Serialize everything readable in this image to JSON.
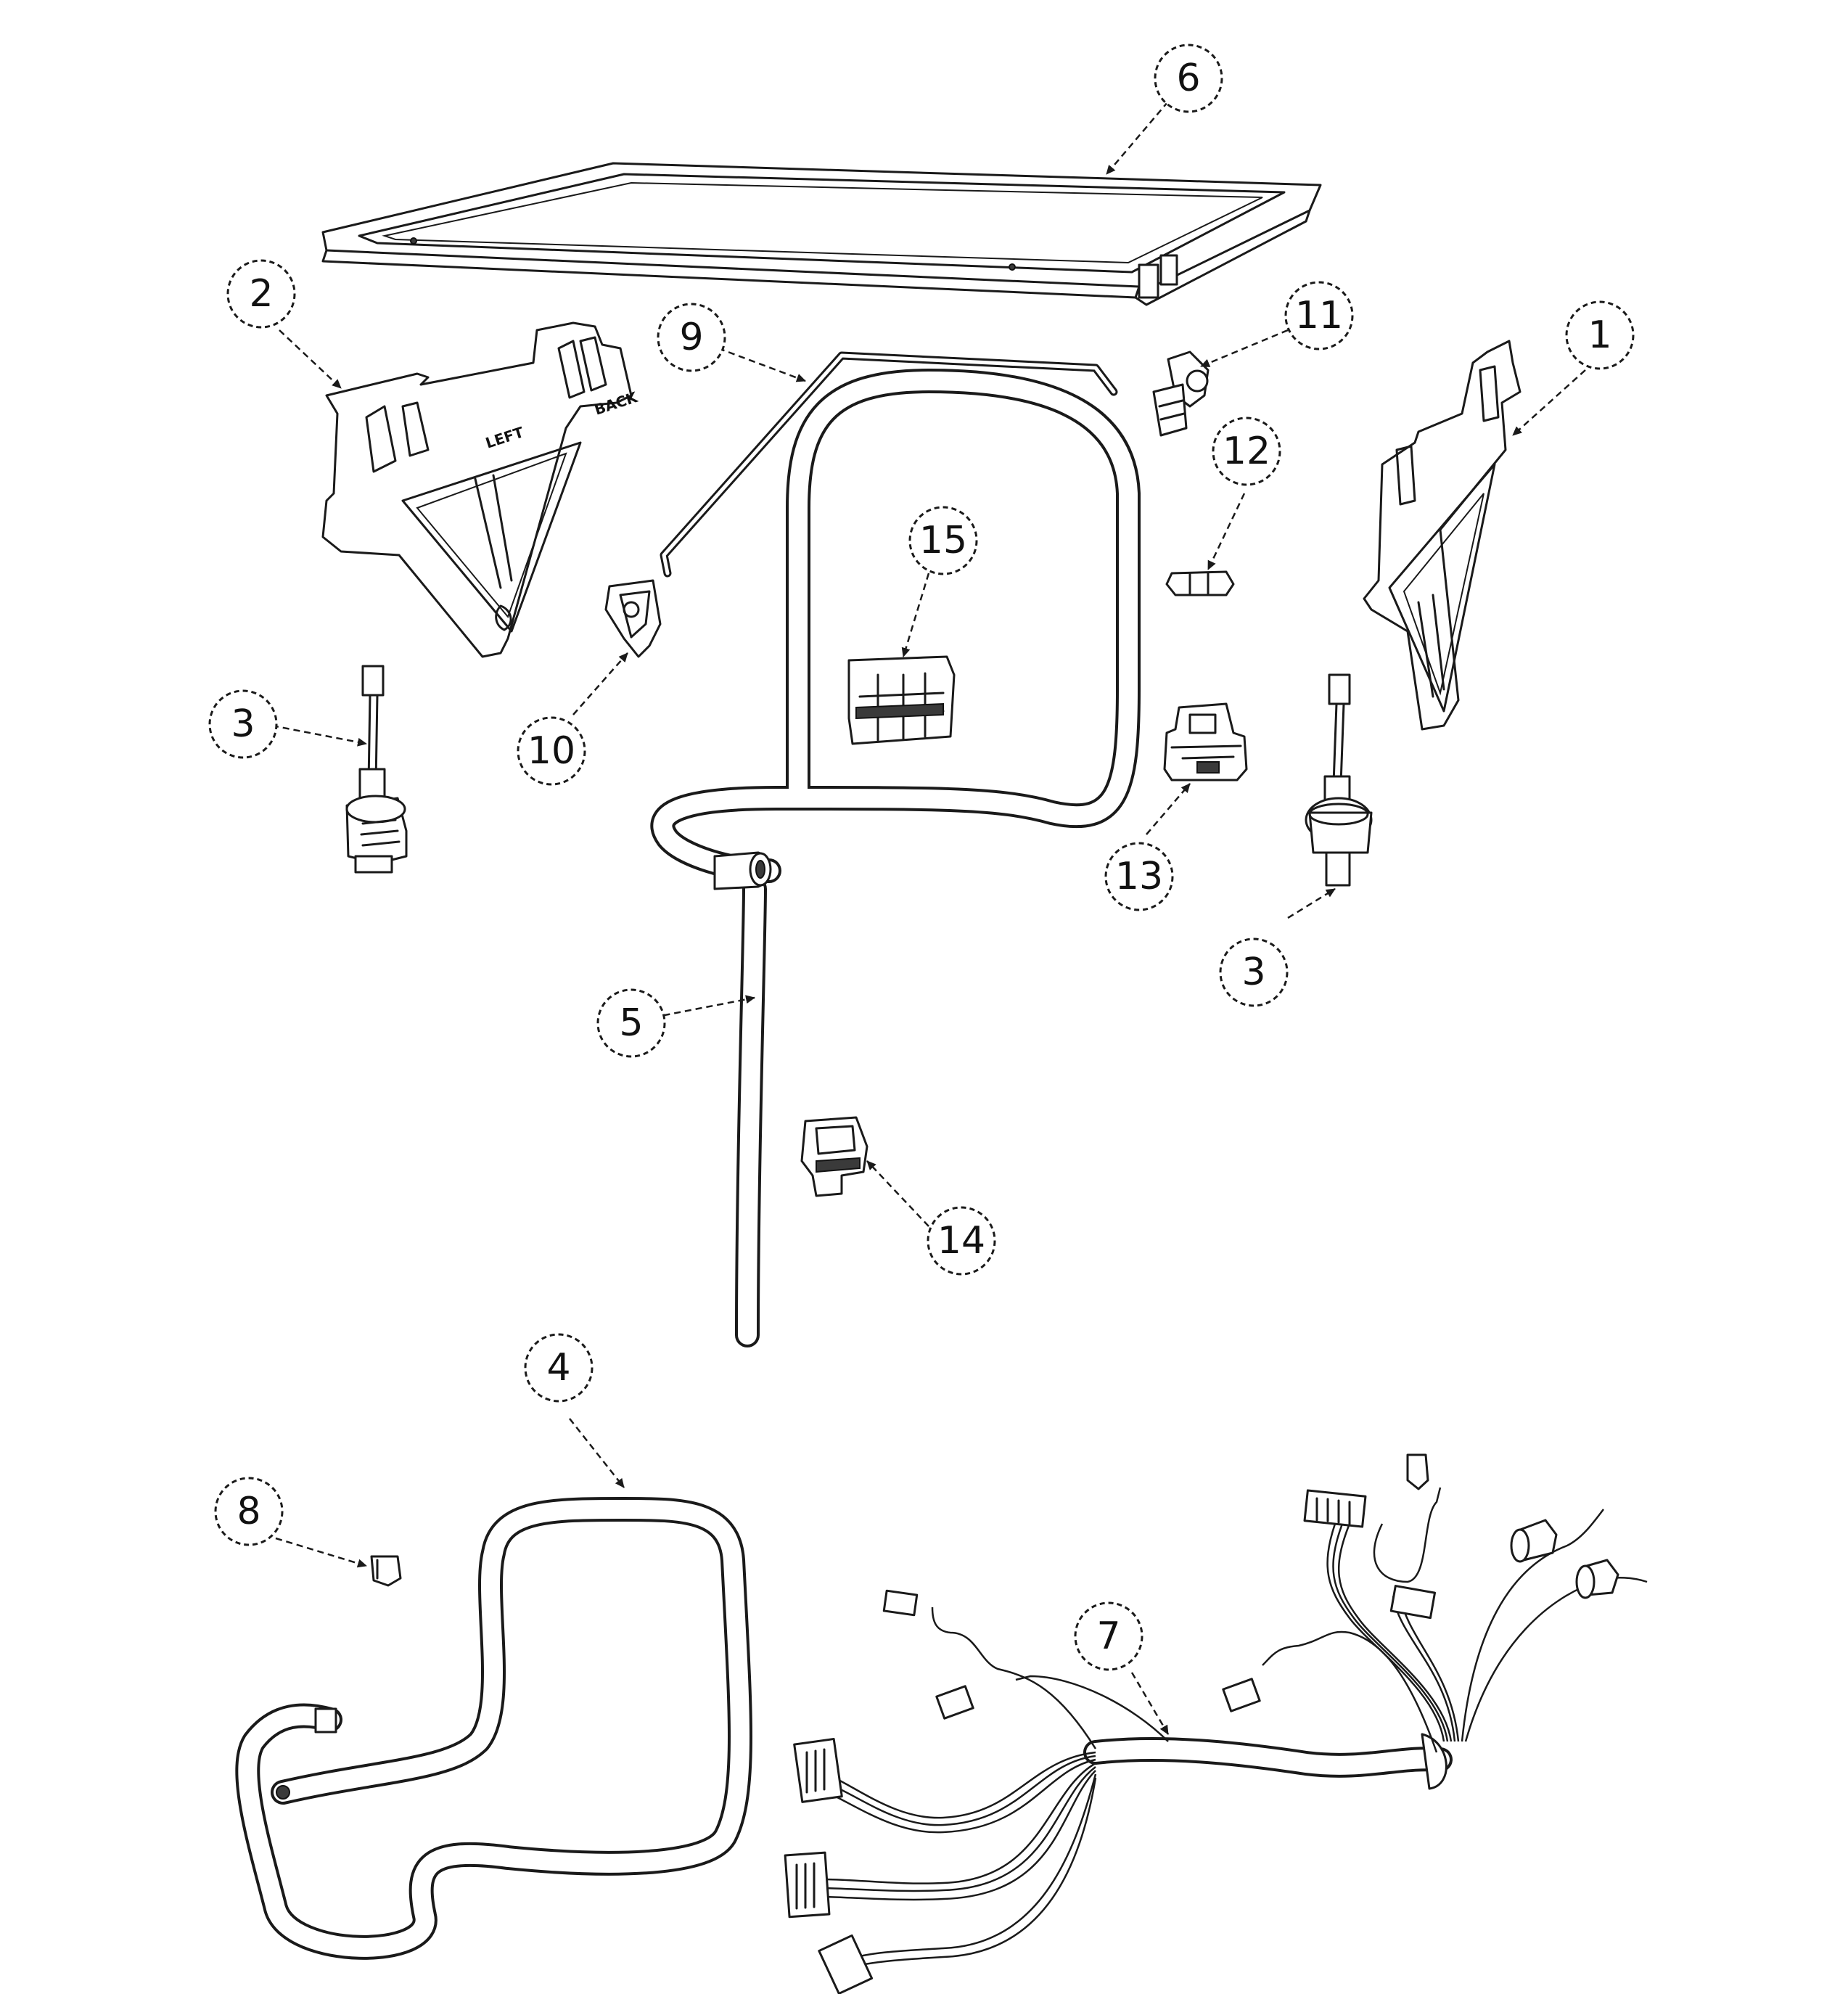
{
  "callouts": {
    "c1": "1",
    "c2": "2",
    "c3a": "3",
    "c3b": "3",
    "c4": "4",
    "c5": "5",
    "c6": "6",
    "c7": "7",
    "c8": "8",
    "c9": "9",
    "c10": "10",
    "c11": "11",
    "c12": "12",
    "c13": "13",
    "c14": "14",
    "c15": "15"
  },
  "part_markings": {
    "bracket_left": "LEFT",
    "bracket_back": "BACK"
  },
  "colors": {
    "line": "#1a1a1a",
    "background": "#ffffff"
  }
}
